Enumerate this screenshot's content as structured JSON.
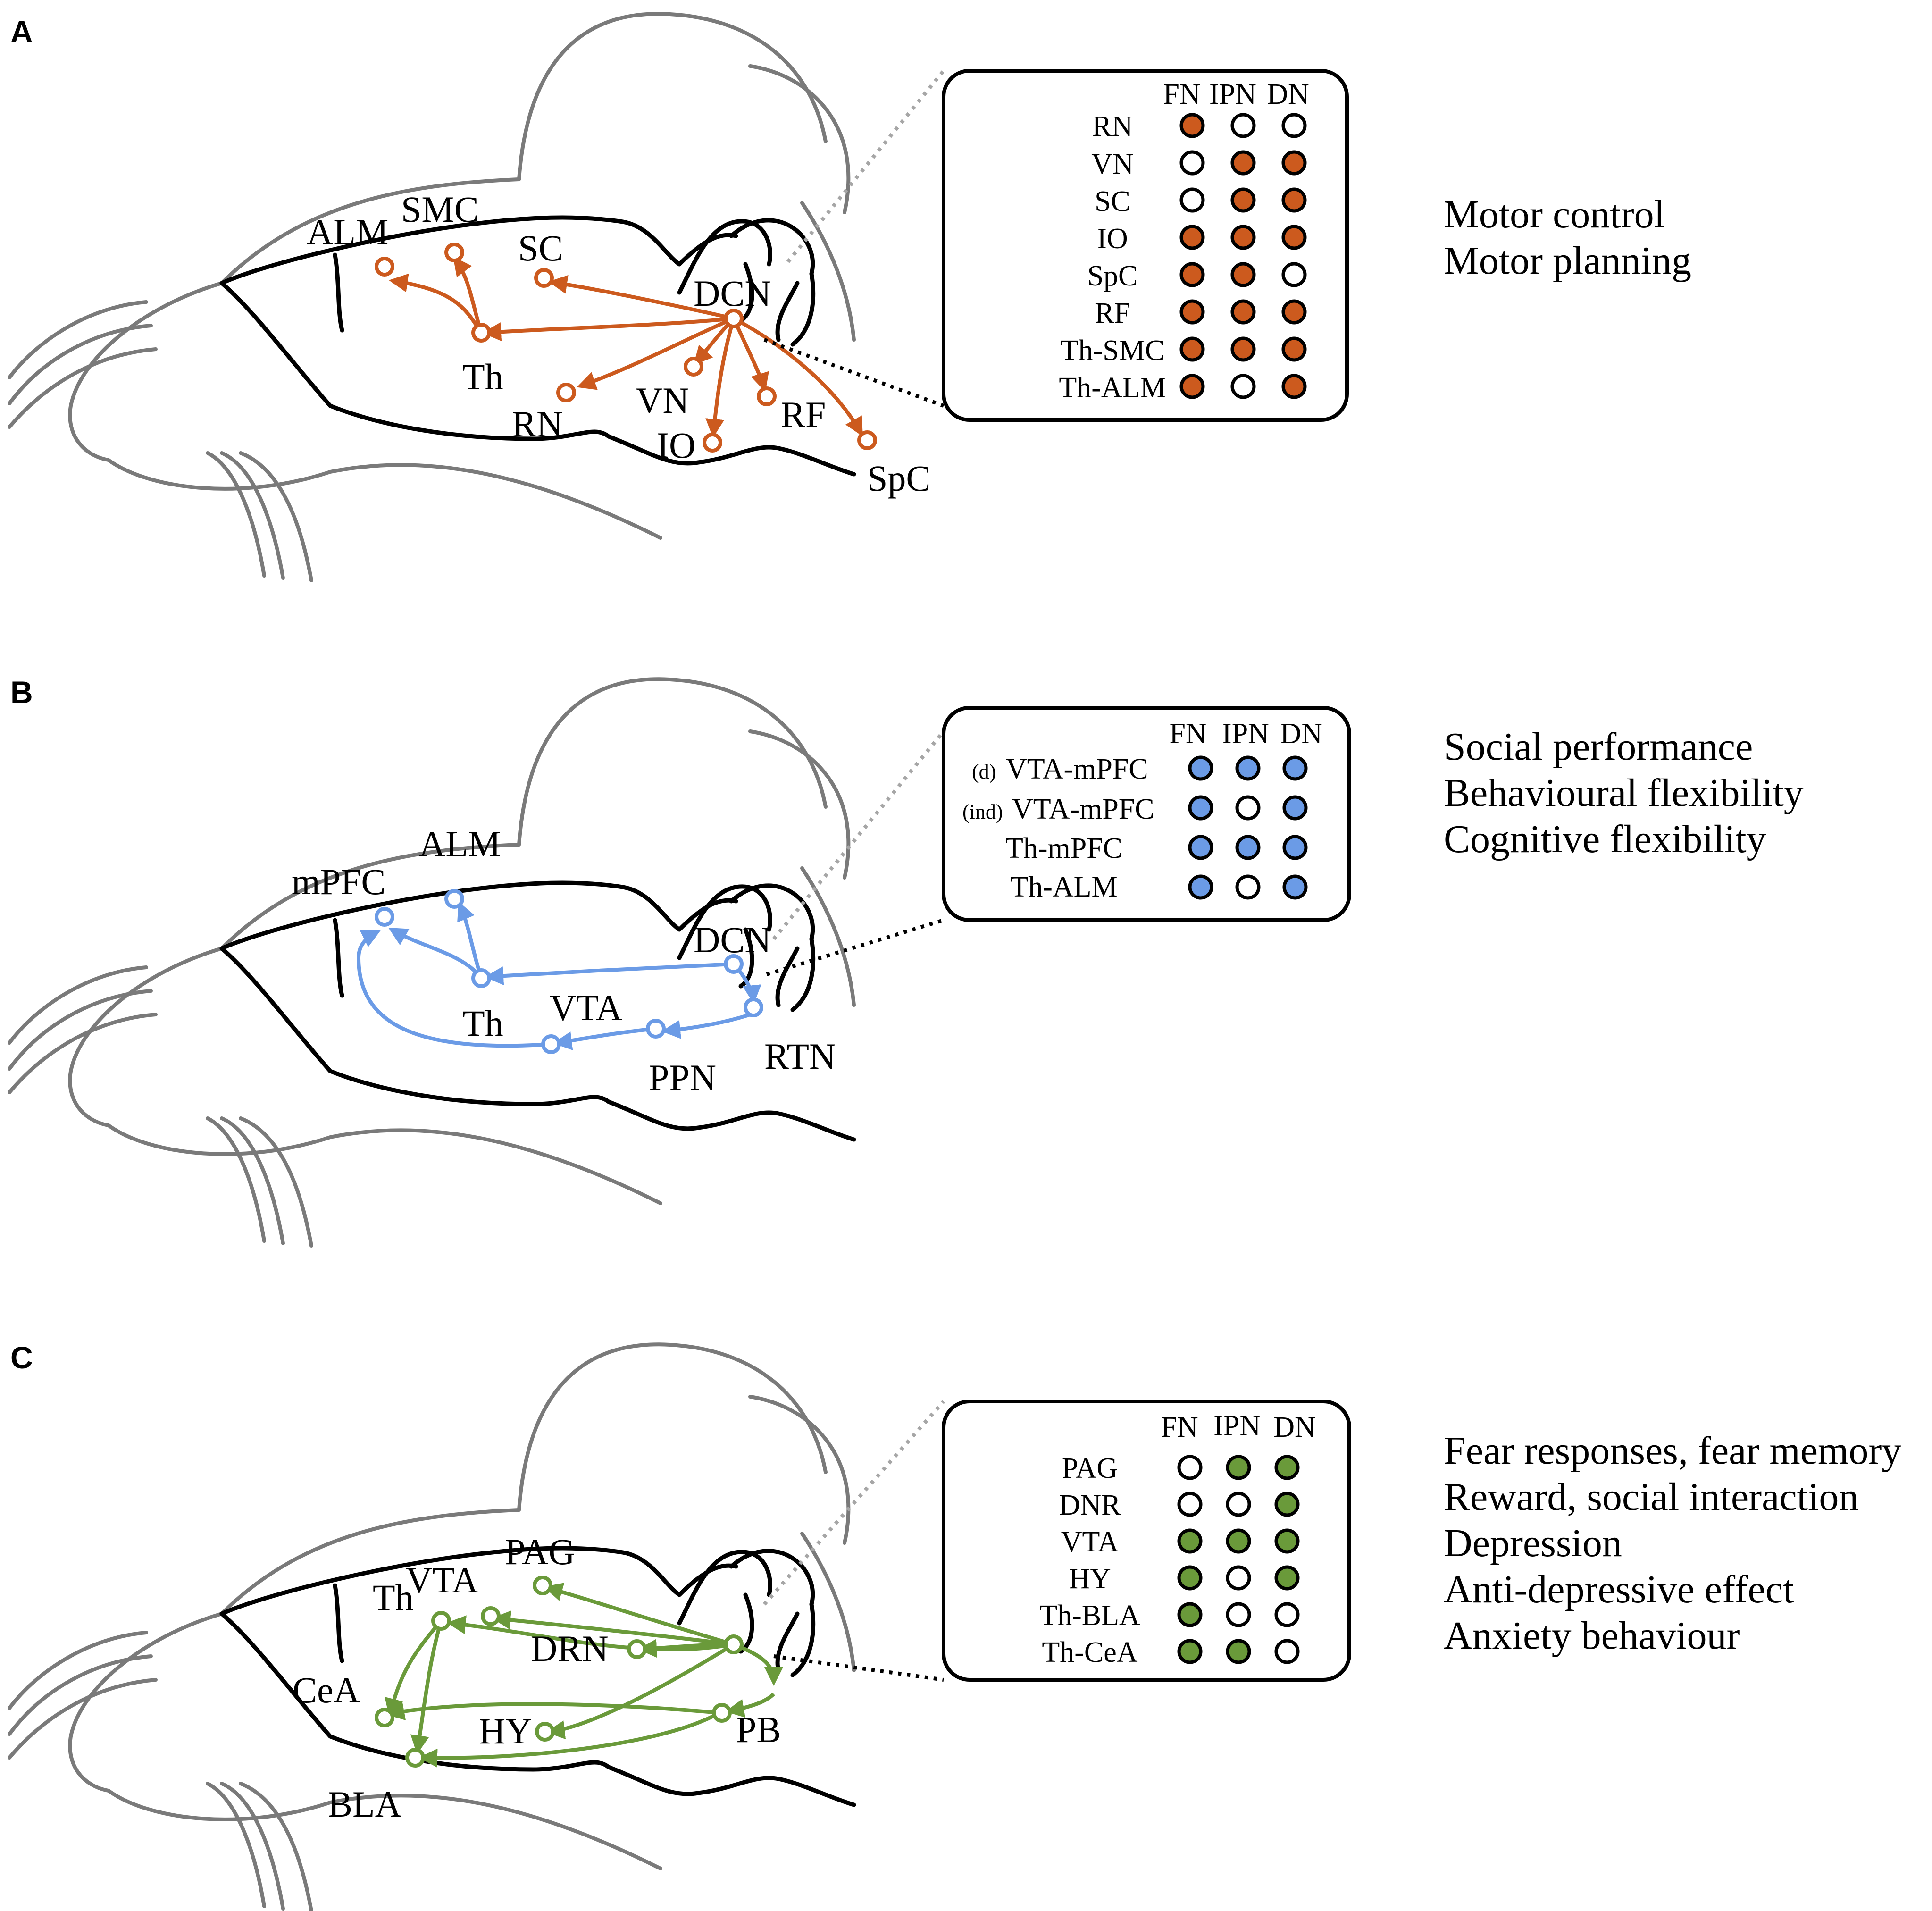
{
  "colors": {
    "a": "#cc5a1e",
    "b": "#6b9be6",
    "c": "#6a9a3a"
  },
  "panels": [
    {
      "letter": "A",
      "color_key": "a",
      "regions": {
        "ALM": "ALM",
        "SMC": "SMC",
        "SC": "SC",
        "DCN": "DCN",
        "Th": "Th",
        "VN": "VN",
        "RN": "RN",
        "IO": "IO",
        "RF": "RF",
        "SpC": "SpC"
      },
      "table": {
        "columns": [
          "FN",
          "IPN",
          "DN"
        ],
        "rows": [
          {
            "label": "RN",
            "fill": [
              true,
              false,
              false
            ]
          },
          {
            "label": "VN",
            "fill": [
              false,
              true,
              true
            ]
          },
          {
            "label": "SC",
            "fill": [
              false,
              true,
              true
            ]
          },
          {
            "label": "IO",
            "fill": [
              true,
              true,
              true
            ]
          },
          {
            "label": "SpC",
            "fill": [
              true,
              true,
              false
            ]
          },
          {
            "label": "RF",
            "fill": [
              true,
              true,
              true
            ]
          },
          {
            "label": "Th-SMC",
            "fill": [
              true,
              true,
              true
            ]
          },
          {
            "label": "Th-ALM",
            "fill": [
              true,
              false,
              true
            ]
          }
        ]
      },
      "functions": [
        "Motor control",
        "Motor planning"
      ]
    },
    {
      "letter": "B",
      "color_key": "b",
      "regions": {
        "mPFC": "mPFC",
        "ALM": "ALM",
        "DCN": "DCN",
        "Th": "Th",
        "VTA": "VTA",
        "PPN": "PPN",
        "RTN": "RTN"
      },
      "table": {
        "columns": [
          "FN",
          "IPN",
          "DN"
        ],
        "rows": [
          {
            "prefix": "(d)",
            "label": "VTA-mPFC",
            "fill": [
              true,
              true,
              true
            ]
          },
          {
            "prefix": "(ind)",
            "label": "VTA-mPFC",
            "fill": [
              true,
              false,
              true
            ]
          },
          {
            "label": "Th-mPFC",
            "fill": [
              true,
              true,
              true
            ]
          },
          {
            "label": "Th-ALM",
            "fill": [
              true,
              false,
              true
            ]
          }
        ]
      },
      "functions": [
        "Social performance",
        "Behavioural flexibility",
        "Cognitive flexibility"
      ]
    },
    {
      "letter": "C",
      "color_key": "c",
      "regions": {
        "VTA": "VTA",
        "PAG": "PAG",
        "Th": "Th",
        "DRN": "DRN",
        "CeA": "CeA",
        "HY": "HY",
        "PB": "PB",
        "BLA": "BLA"
      },
      "table": {
        "columns": [
          "FN",
          "IPN",
          "DN"
        ],
        "rows": [
          {
            "label": "PAG",
            "fill": [
              false,
              true,
              true
            ]
          },
          {
            "label": "DNR",
            "fill": [
              false,
              false,
              true
            ]
          },
          {
            "label": "VTA",
            "fill": [
              true,
              true,
              true
            ]
          },
          {
            "label": "HY",
            "fill": [
              true,
              false,
              true
            ]
          },
          {
            "label": "Th-BLA",
            "fill": [
              true,
              false,
              false
            ]
          },
          {
            "label": "Th-CeA",
            "fill": [
              true,
              true,
              false
            ]
          }
        ]
      },
      "functions": [
        "Fear responses, fear memory",
        "Reward, social interaction",
        "Depression",
        "Anti-depressive effect",
        "Anxiety behaviour"
      ]
    }
  ]
}
